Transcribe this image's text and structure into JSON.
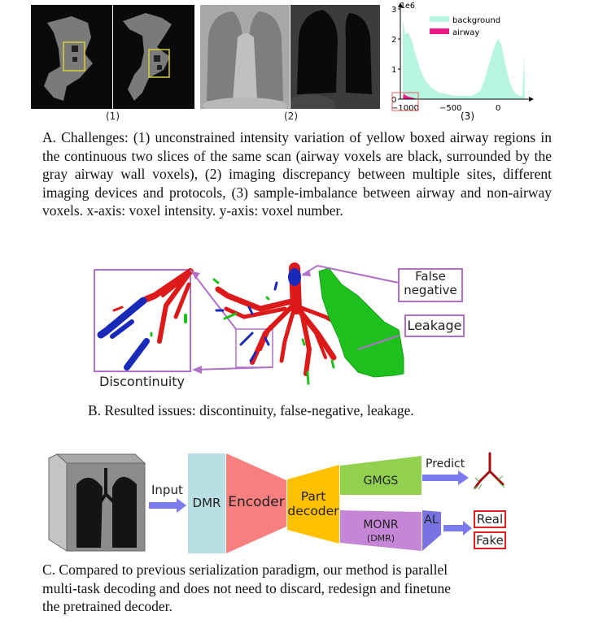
{
  "panel_a": {
    "sub_labels": [
      "(1)",
      "(2)",
      "(3)"
    ],
    "histogram": {
      "exponent_label": "1e6",
      "y_ticks": [
        "0",
        "1",
        "2",
        "3"
      ],
      "x_ticks": [
        "−1000",
        "−500",
        "0"
      ],
      "legend": [
        {
          "name": "background",
          "color": "#b8f5e0"
        },
        {
          "name": "airway",
          "color": "#ee1a8a"
        }
      ]
    },
    "caption": "A. Challenges: (1) unconstrained intensity variation of yellow boxed airway regions in the continuous two slices of the same scan (airway voxels are black, surrounded by the gray airway wall voxels), (2) imaging discrepancy between multiple sites, different imaging devices and protocols, (3) sample-imbalance between airway and non-airway voxels. x-axis: voxel intensity. y-axis: voxel number."
  },
  "panel_b": {
    "callouts": {
      "false_negative": "False negative",
      "false_negative_line1": "False",
      "false_negative_line2": "negative",
      "leakage": "Leakage",
      "discontinuity": "Discontinuity"
    },
    "caption": "B. Resulted issues: discontinuity, false-negative, leakage."
  },
  "panel_c": {
    "input_label": "Input",
    "blocks": {
      "dmr": "DMR",
      "encoder": "Encoder",
      "part_decoder_line1": "Part",
      "part_decoder_line2": "decoder",
      "gmgs": "GMGS",
      "monr": "MONR",
      "monr_sub": "(DMR)",
      "al": "AL"
    },
    "predict_label": "Predict",
    "outputs": [
      "Real",
      "Fake"
    ],
    "colors": {
      "dmr": "#b9dfe3",
      "encoder": "#f77f80",
      "part_decoder": "#ffc000",
      "gmgs": "#92d050",
      "monr": "#c586d6",
      "al": "#7a72e0",
      "arrow": "#7b7bef"
    },
    "caption_lines": [
      "C. Compared to previous serialization paradigm, our method is parallel",
      "multi-task decoding and does not need to discard, redesign and finetune",
      "the pretrained decoder."
    ]
  }
}
